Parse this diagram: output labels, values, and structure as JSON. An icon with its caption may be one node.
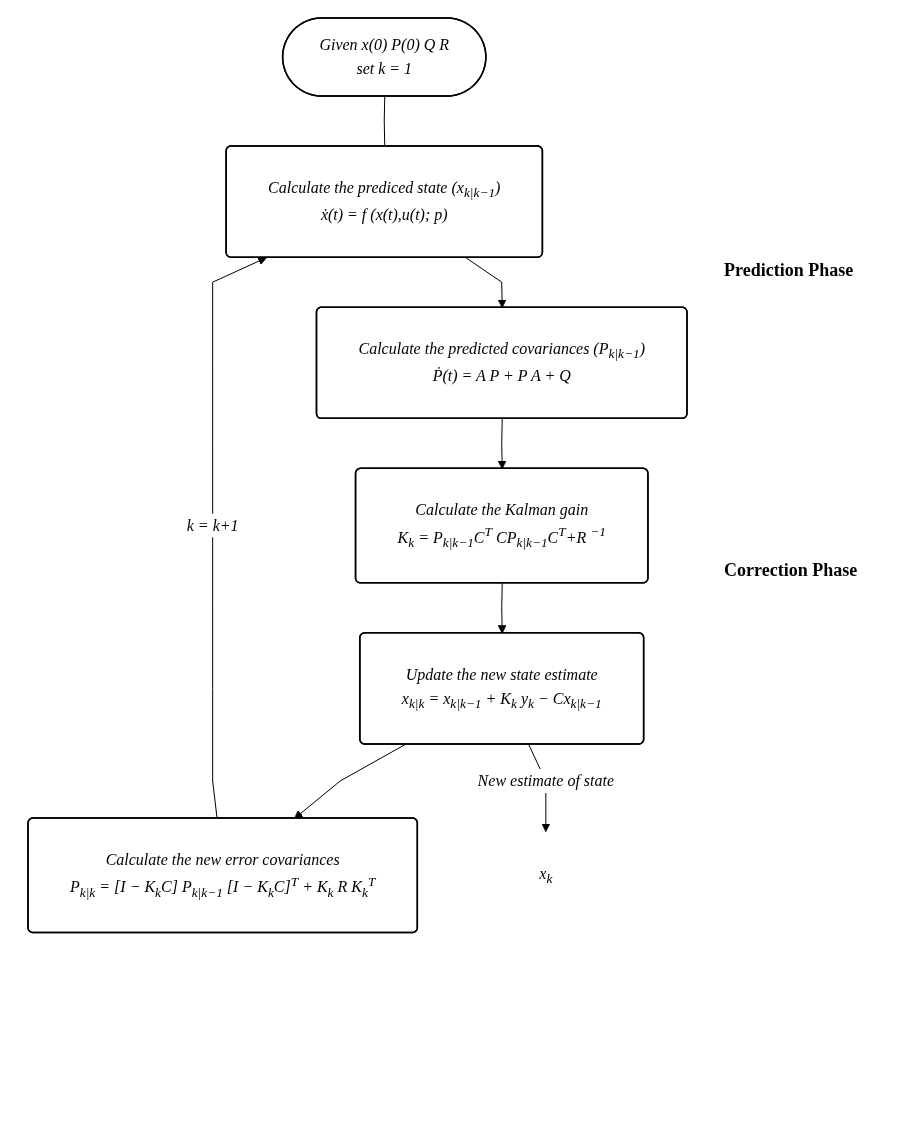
{
  "diagram": {
    "nodes": [
      {
        "text": [
          "Given x(0) P(0) Q R",
          "set k = 1"
        ]
      },
      {
        "text": [
          "Calculate the prediced state (x$_{k|k−1}$)",
          "ẋ(t) = f (x(t),u(t); p)"
        ]
      },
      {
        "text": [
          "Calculate the predicted covariances (P$_{k|k−1}$)",
          "Ṗ(t) = A P + P A + Q"
        ]
      },
      {
        "text": [
          "Calculate the Kalman gain",
          "K$_{k}$ = P$_{k|k−1}$C$^{T}$ CP$_{k|k−1}$C$^{T}$+R $^{−1}$"
        ]
      },
      {
        "text": [
          "Update the new state estimate",
          "x$_{k|k}$ = x$_{k|k−1}$ + K$_{k}$ y$_{k}$ − Cx$_{k|k−1}$"
        ]
      },
      {
        "text": [
          "Calculate the new error covariances",
          "P$_{k|k}$ = [I − K$_{k}$C] P$_{k|k−1}$ [I − K$_{k}$C]$^{T}$ + K$_{k}$ R K$_{k}$$^{T}$"
        ]
      },
      {
        "text": [
          "x$_{k}$"
        ]
      }
    ],
    "edges": [
      {
        "from": 0,
        "to": 1,
        "arrow": "none"
      },
      {
        "from": 1,
        "to": 2,
        "arrow": "to"
      },
      {
        "from": 2,
        "to": 3,
        "arrow": "to"
      },
      {
        "from": 3,
        "to": 4,
        "arrow": "to"
      },
      {
        "from": 4,
        "to": 5,
        "arrow": "to"
      },
      {
        "from": 5,
        "to": 1,
        "arrow": "to",
        "label": "k = k+1"
      },
      {
        "from": 4,
        "to": 6,
        "arrow": "to",
        "label": "New estimate of state"
      }
    ],
    "labels": [
      "Prediction Phase",
      "Correction Phase"
    ]
  }
}
